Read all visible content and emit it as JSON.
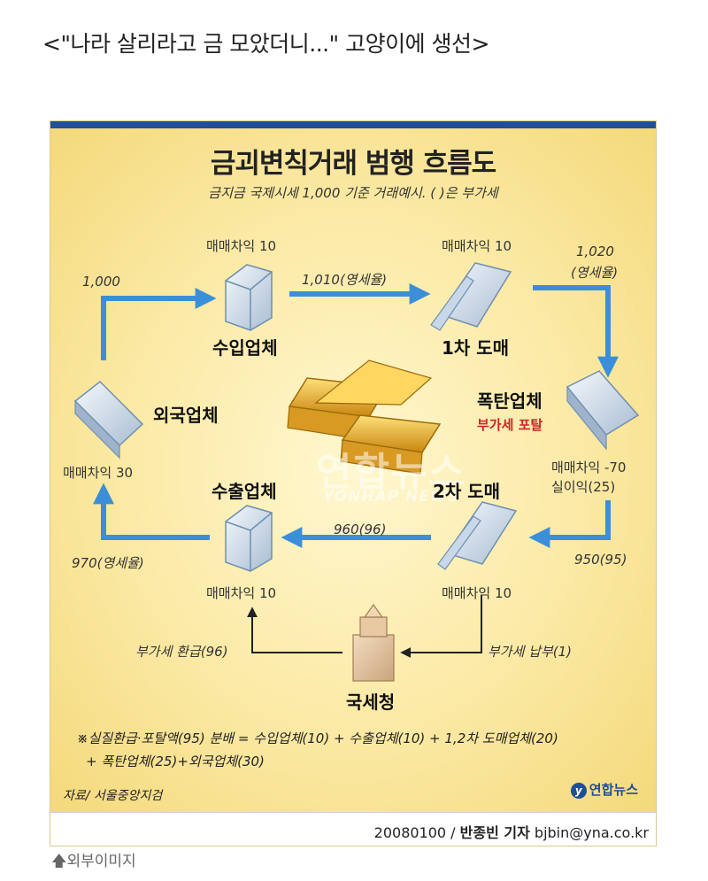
{
  "headline": "<\"나라 살리라고 금 모았더니...\" 고양이에 생선>",
  "diagram": {
    "title": "금괴변칙거래 범행 흐름도",
    "subtitle": "금지금 국제시세 1,000 기준 거래예시. ( )은 부가세",
    "nodes": {
      "importer": {
        "name": "수입업체",
        "profit": "매매차익 10"
      },
      "wholesale1": {
        "name": "1차 도매",
        "profit": "매매차익 10"
      },
      "bomb": {
        "name": "폭탄업체",
        "note": "부가세 포탈",
        "profit1": "매매차익 -70",
        "profit2": "실이익(25)"
      },
      "wholesale2": {
        "name": "2차 도매",
        "profit": "매매차익 10"
      },
      "exporter": {
        "name": "수출업체",
        "profit": "매매차익 10"
      },
      "foreign": {
        "name": "외국업체",
        "profit": "매매차익 30"
      },
      "tax_office": {
        "name": "국세청"
      }
    },
    "flows": {
      "foreign_to_importer": "1,000",
      "importer_to_w1": "1,010(영세율)",
      "w1_to_bomb_1": "1,020",
      "w1_to_bomb_2": "(영세율)",
      "bomb_to_w2": "950(95)",
      "w2_to_exporter": "960(96)",
      "exporter_to_foreign": "970(영세율)",
      "tax_refund": "부가세 환급(96)",
      "tax_payment": "부가세 납부(1)"
    },
    "note_line1": "※실질환급·포탈액(95) 분배 = 수입업체(10) + 수출업체(10) + 1,2차 도매업체(20)",
    "note_line2": "+ 폭탄업체(25)+외국업체(30)",
    "source": "자료/ 서울중앙지검",
    "logo": "연합뉴스",
    "watermark": "연합뉴스",
    "watermark_en": "YONHAP NEWS",
    "credit_code": "20080100 / ",
    "credit_reporter": "반종빈 기자",
    "credit_email": " bjbin@yna.co.kr"
  },
  "external_image_label": "외부이미지",
  "colors": {
    "arrow": "#3b8fd8",
    "header_bar": "#1f4f96",
    "background": "#fbe9a4",
    "accent_red": "#d2232a"
  }
}
